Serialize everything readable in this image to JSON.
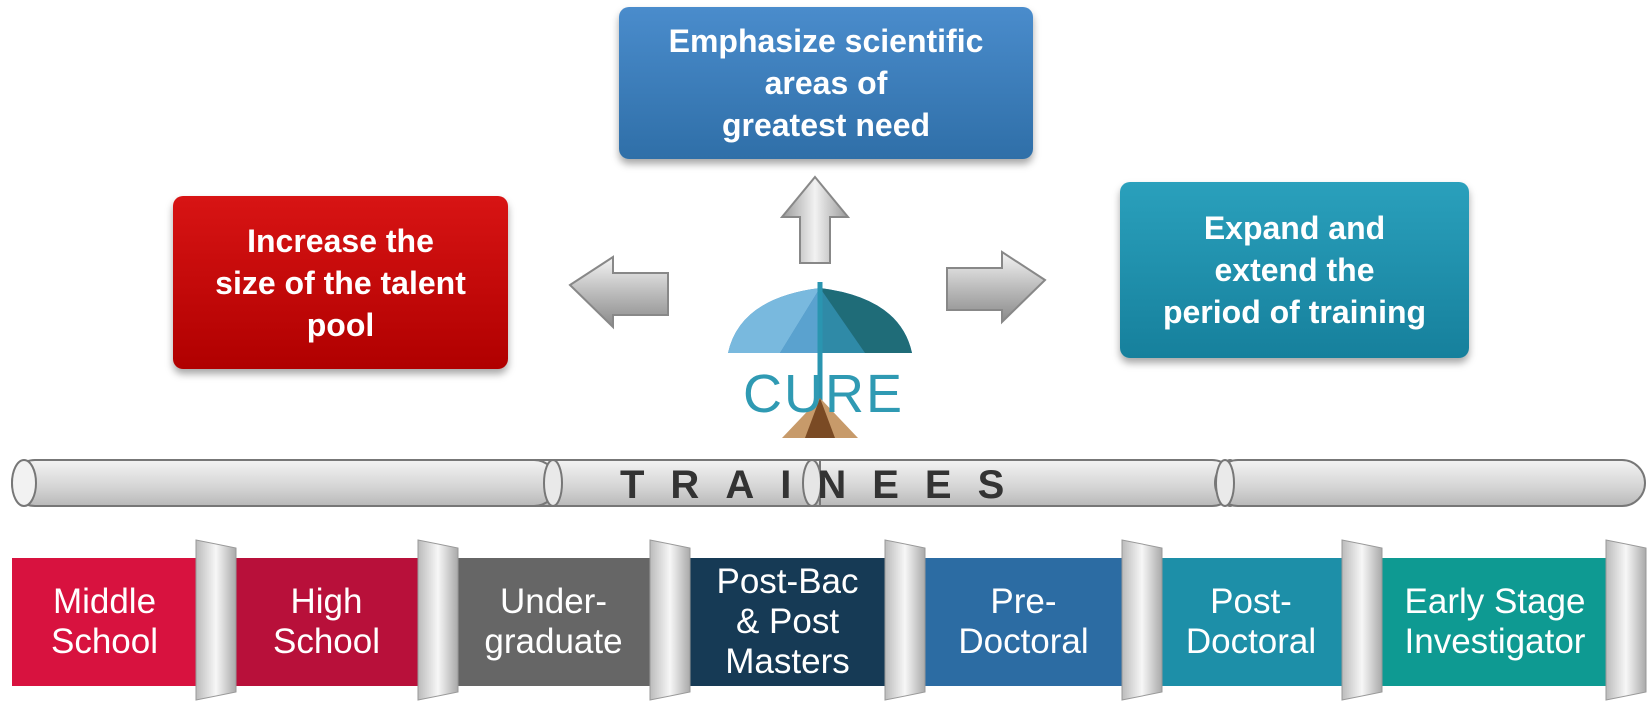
{
  "goals": {
    "top": "Emphasize scientific\nareas of\ngreatest need",
    "left": "Increase the\nsize of the talent\npool",
    "right": "Expand and\nextend the\nperiod of training"
  },
  "logo": {
    "text": "CURE"
  },
  "pipeline": {
    "label": "TRAINEES"
  },
  "stages": [
    {
      "label": "Middle\nSchool",
      "color": "#d8123f"
    },
    {
      "label": "High\nSchool",
      "color": "#b8103a"
    },
    {
      "label": "Under-\ngraduate",
      "color": "#666666"
    },
    {
      "label": "Post-Bac\n& Post\nMasters",
      "color": "#163a55"
    },
    {
      "label": "Pre-\nDoctoral",
      "color": "#2c6ca3"
    },
    {
      "label": "Post-\nDoctoral",
      "color": "#1d8fa8"
    },
    {
      "label": "Early Stage\nInvestigator",
      "color": "#0e9a92"
    }
  ]
}
